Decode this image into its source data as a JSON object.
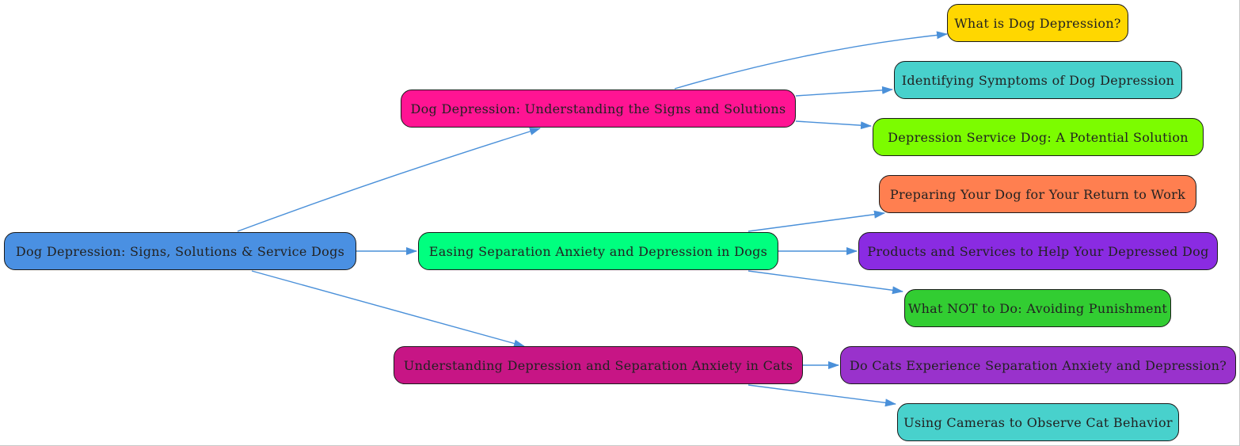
{
  "diagram": {
    "edge_color": "#4a90d9",
    "nodes": {
      "root": {
        "label": "Dog Depression: Signs, Solutions & Service Dogs",
        "color": "#4a90e2"
      },
      "a": {
        "label": "Dog Depression: Understanding the Signs and Solutions",
        "color": "#ff1493"
      },
      "b": {
        "label": "Easing Separation Anxiety and Depression in Dogs",
        "color": "#00ff7f"
      },
      "c": {
        "label": "Understanding Depression and Separation Anxiety in Cats",
        "color": "#c71585"
      },
      "a1": {
        "label": "What is Dog Depression?",
        "color": "#ffd700"
      },
      "a2": {
        "label": "Identifying Symptoms of Dog Depression",
        "color": "#48d1cc"
      },
      "a3": {
        "label": "Depression Service Dog: A Potential Solution",
        "color": "#7cfc00"
      },
      "b1": {
        "label": "Preparing Your Dog for Your Return to Work",
        "color": "#ff7f50"
      },
      "b2": {
        "label": "Products and Services to Help Your Depressed Dog",
        "color": "#8a2be2"
      },
      "b3": {
        "label": "What NOT to Do: Avoiding Punishment",
        "color": "#32cd32"
      },
      "c1": {
        "label": "Do Cats Experience Separation Anxiety and Depression?",
        "color": "#9932cc"
      },
      "c2": {
        "label": "Using Cameras to Observe Cat Behavior",
        "color": "#48d1cc"
      }
    },
    "edges": [
      {
        "from": "root",
        "to": "a"
      },
      {
        "from": "root",
        "to": "b"
      },
      {
        "from": "root",
        "to": "c"
      },
      {
        "from": "a",
        "to": "a1"
      },
      {
        "from": "a",
        "to": "a2"
      },
      {
        "from": "a",
        "to": "a3"
      },
      {
        "from": "b",
        "to": "b1"
      },
      {
        "from": "b",
        "to": "b2"
      },
      {
        "from": "b",
        "to": "b3"
      },
      {
        "from": "c",
        "to": "c1"
      },
      {
        "from": "c",
        "to": "c2"
      }
    ]
  }
}
